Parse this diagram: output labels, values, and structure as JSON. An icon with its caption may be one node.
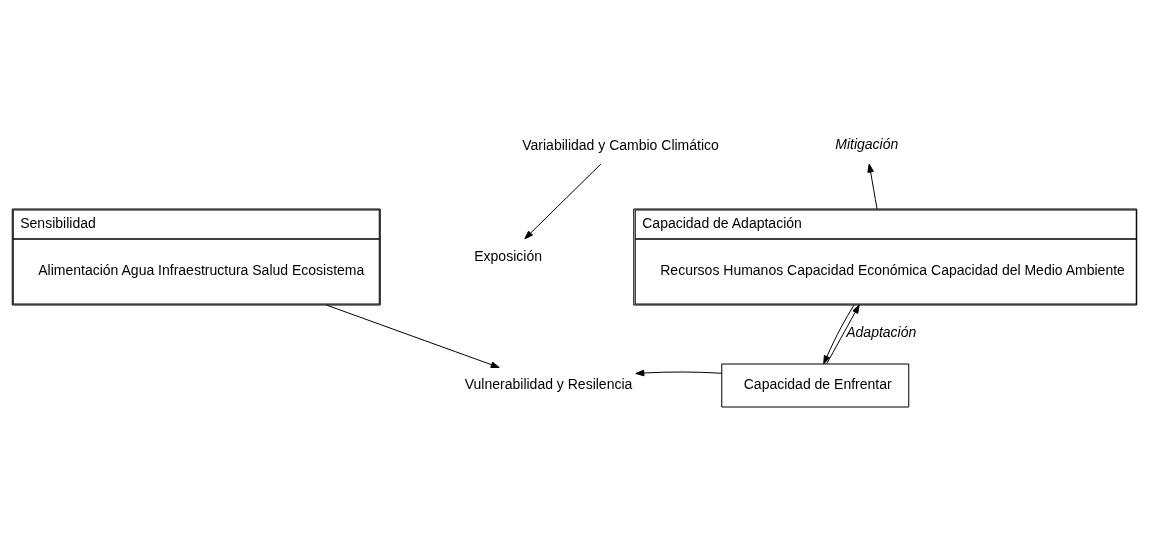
{
  "diagram": {
    "nodes": [
      {
        "text": [
          "Variabilidad y Cambio Climático"
        ]
      },
      {
        "text": [
          "Sensibilidad",
          "Alimentación Agua Infraestructura Salud Ecosistema"
        ]
      },
      {
        "text": [
          "Exposición"
        ]
      },
      {
        "text": [
          "Capacidad de Adaptación",
          "Recursos Humanos Capacidad Económica Capacidad del Medio Ambiente"
        ]
      },
      {
        "text": [
          "Mitigación"
        ]
      },
      {
        "text": [
          "Vulnerabilidad y Resilencia"
        ]
      },
      {
        "text": [
          "Capacidad de Enfrentar"
        ]
      }
    ],
    "edges": [
      {
        "from": 0,
        "to": 2,
        "arrow": "to"
      },
      {
        "from": 1,
        "to": 5,
        "arrow": "to"
      },
      {
        "from": 3,
        "to": 4,
        "arrow": "to"
      },
      {
        "from": 6,
        "to": 3,
        "arrow": "to",
        "label": "Adaptación"
      },
      {
        "from": 3,
        "to": 6,
        "arrow": "to"
      },
      {
        "from": 6,
        "to": 5,
        "arrow": "to"
      }
    ]
  }
}
